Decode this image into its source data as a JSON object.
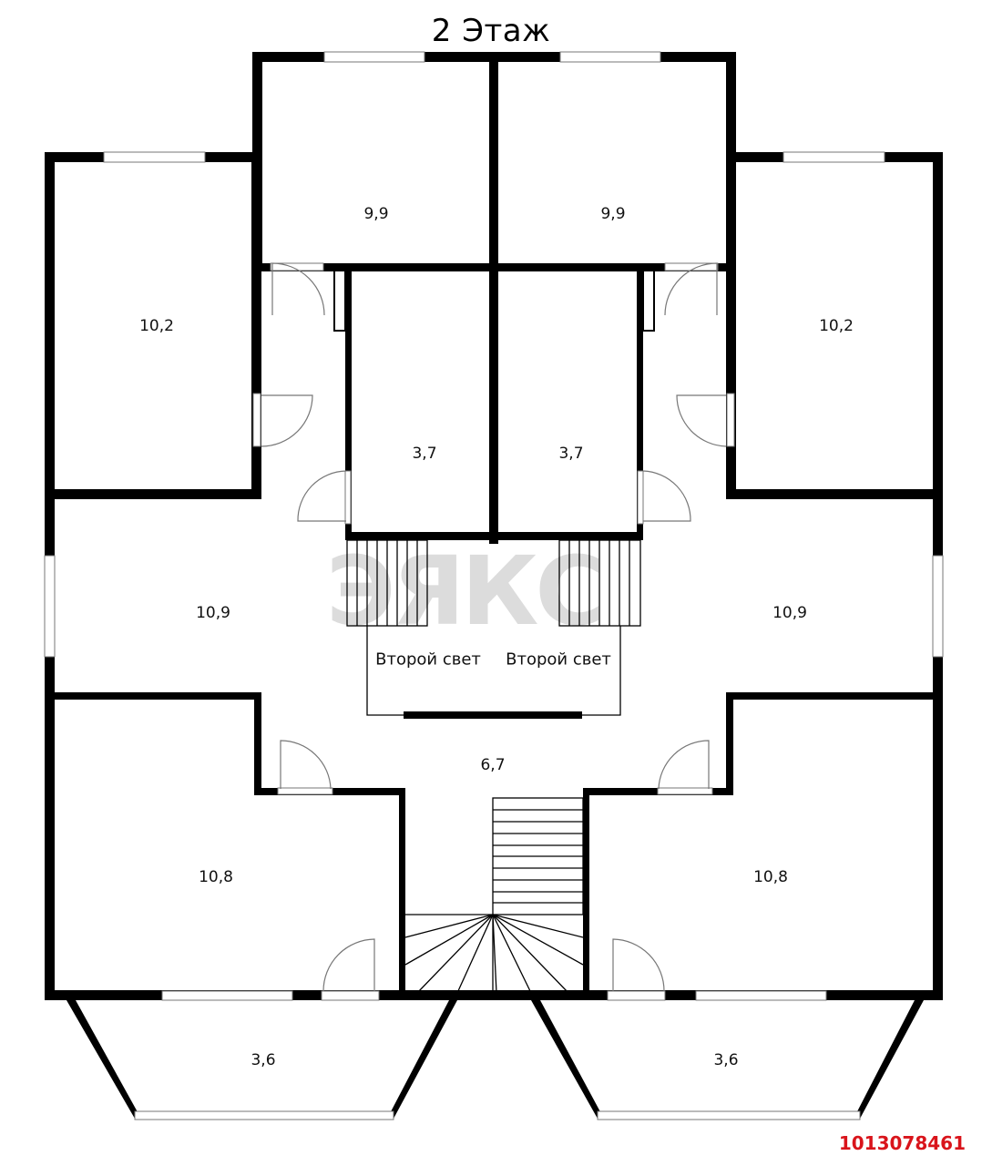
{
  "plan": {
    "title": "2 Этаж",
    "watermark": "ЭЯКС",
    "listing_id": "1013078461",
    "colors": {
      "wall": "#000000",
      "background": "#ffffff",
      "listing_id": "#d9141b",
      "watermark": "#dcdcdc"
    },
    "rooms": [
      {
        "id": "top-left-bedroom",
        "area": "9,9"
      },
      {
        "id": "top-right-bedroom",
        "area": "9,9"
      },
      {
        "id": "left-wing-room",
        "area": "10,2"
      },
      {
        "id": "right-wing-room",
        "area": "10,2"
      },
      {
        "id": "left-small-room",
        "area": "3,7"
      },
      {
        "id": "right-small-room",
        "area": "3,7"
      },
      {
        "id": "left-hall",
        "area": "10,9"
      },
      {
        "id": "right-hall",
        "area": "10,9"
      },
      {
        "id": "central-hall",
        "area": "6,7"
      },
      {
        "id": "bottom-left-room",
        "area": "10,8"
      },
      {
        "id": "bottom-right-room",
        "area": "10,8"
      },
      {
        "id": "left-balcony",
        "area": "3,6"
      },
      {
        "id": "right-balcony",
        "area": "3,6"
      }
    ],
    "voids": [
      {
        "id": "left-second-light",
        "label": "Второй свет"
      },
      {
        "id": "right-second-light",
        "label": "Второй свет"
      }
    ]
  }
}
